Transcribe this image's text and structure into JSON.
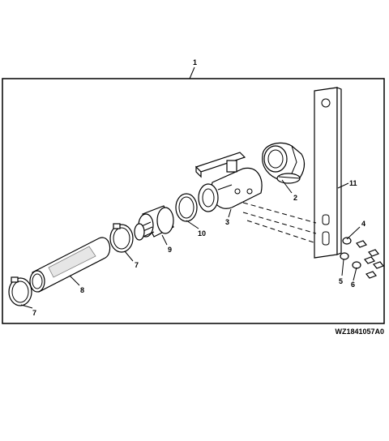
{
  "diagram": {
    "figure_id": "WZ1841057A0",
    "callouts": [
      {
        "id": "c1",
        "label": "1"
      },
      {
        "id": "c2",
        "label": "2"
      },
      {
        "id": "c3",
        "label": "3"
      },
      {
        "id": "c4",
        "label": "4"
      },
      {
        "id": "c5",
        "label": "5"
      },
      {
        "id": "c6",
        "label": "6"
      },
      {
        "id": "c7a",
        "label": "7"
      },
      {
        "id": "c7b",
        "label": "7"
      },
      {
        "id": "c8",
        "label": "8"
      },
      {
        "id": "c9",
        "label": "9"
      },
      {
        "id": "c10",
        "label": "10"
      },
      {
        "id": "c11",
        "label": "11"
      }
    ]
  }
}
